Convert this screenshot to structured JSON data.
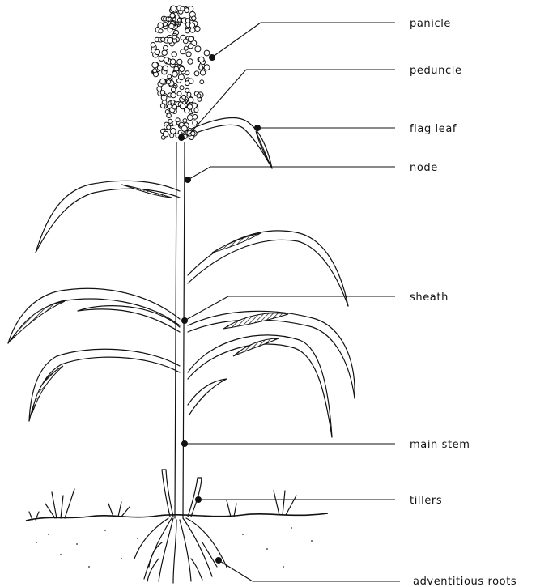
{
  "labels": {
    "panicle": "panicle",
    "peduncle": "peduncle",
    "flag_leaf": "flag leaf",
    "node": "node",
    "sheath": "sheath",
    "main_stem": "main stem",
    "tillers": "tillers",
    "adventitious_roots": "adventitious roots"
  },
  "colors": {
    "ink": "#111111",
    "background": "#ffffff"
  }
}
